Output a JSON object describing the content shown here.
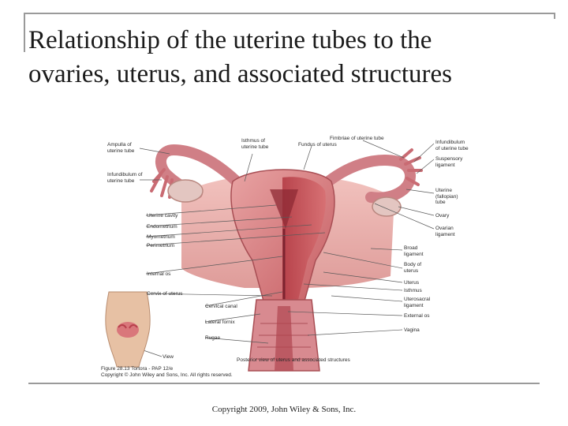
{
  "slide": {
    "title_line1": "Relationship of the uterine tubes to the",
    "title_line2": "ovaries, uterus, and associated structures",
    "copyright": "Copyright 2009, John Wiley & Sons, Inc."
  },
  "figure": {
    "labels": {
      "ampulla": "Ampulla of\nuterine tube",
      "isthmus_tube": "Isthmus of\nuterine tube",
      "fundus": "Fundus of uterus",
      "fimbriae": "Fimbriae of uterine tube",
      "infundibulum_right": "Infundibulum\nof uterine tube",
      "suspensory": "Suspensory\nligament",
      "infundibulum_left": "Infundibulum of\nuterine tube",
      "uterine_fallopian": "Uterine\n(fallopian)\ntube",
      "ovary": "Ovary",
      "ovarian_ligament": "Ovarian\nligament",
      "uterine_cavity": "Uterine cavity",
      "endometrium": "Endometrium",
      "myometrium": "Myometrium",
      "perimetrium": "Perimetrium",
      "broad_ligament": "Broad\nligament",
      "body_uterus": "Body of\nuterus",
      "internal_os": "Internal os",
      "uterus": "Uterus",
      "isthmus": "Isthmus",
      "uterosacral": "Uterosacral\nligament",
      "cervix": "Cervix of uterus",
      "cervical_canal": "Cervical canal",
      "external_os": "External os",
      "lateral_fornix": "Lateral fornix",
      "vagina": "Vagina",
      "rugae": "Rugae",
      "view": "View",
      "caption": "Posterior view of uterus and associated structures",
      "figure_ref": "Figure 28.13  Tortora - PAP 12/e",
      "figure_copyright": "Copyright © John Wiley and Sons, Inc. All rights reserved."
    }
  }
}
